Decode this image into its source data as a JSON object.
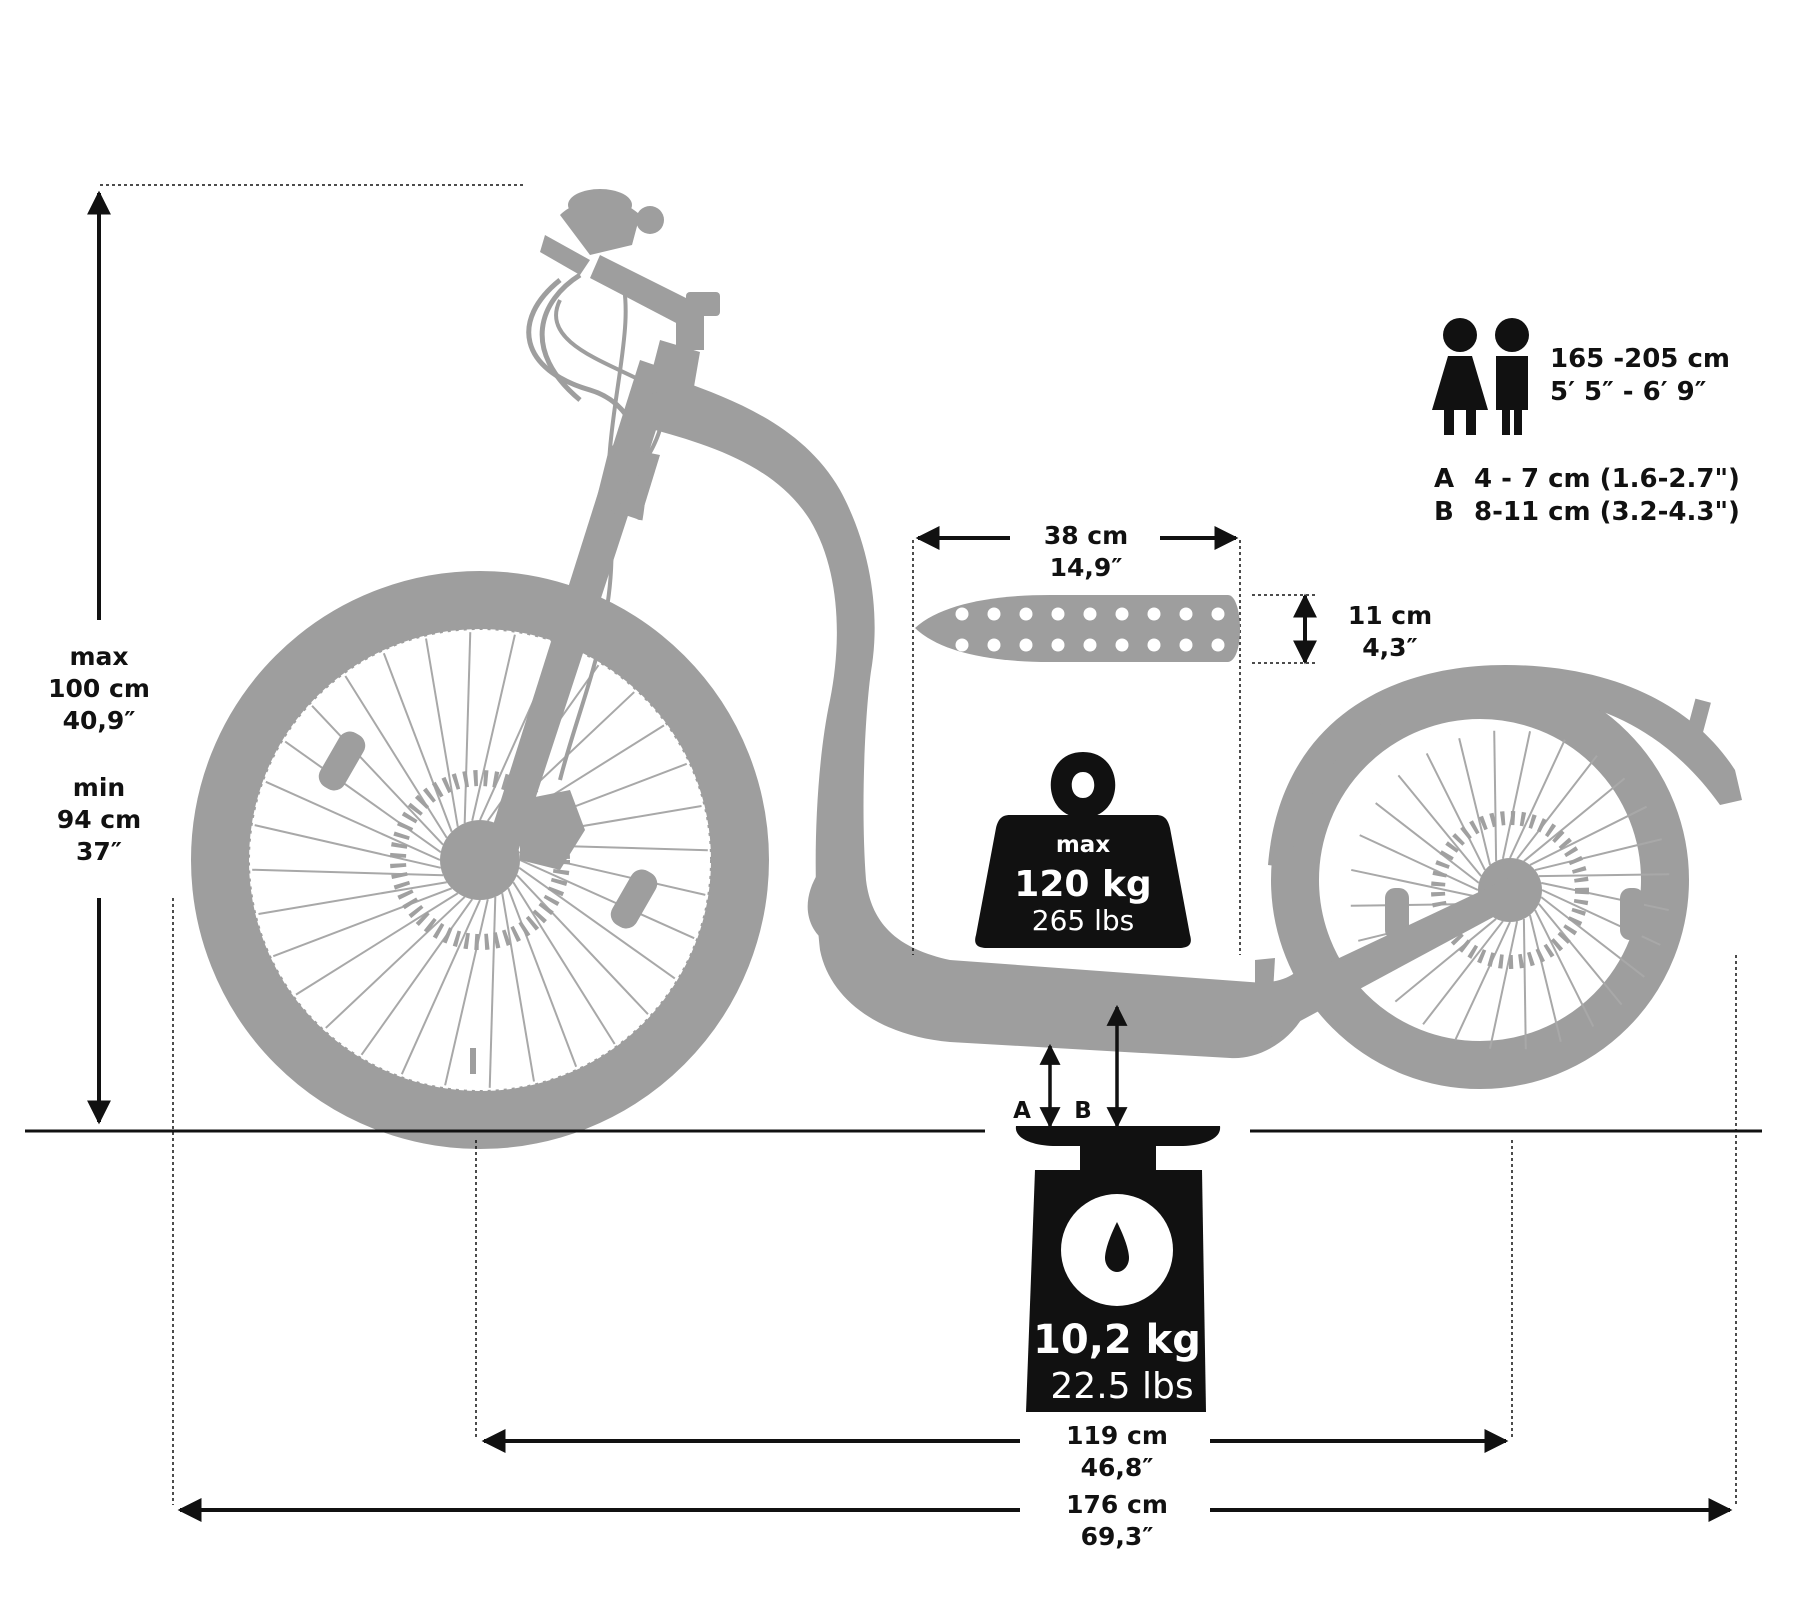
{
  "colors": {
    "scooter": "#9e9e9e",
    "scooter_light": "#c4c4c4",
    "ink": "#111111",
    "background": "#ffffff"
  },
  "height": {
    "max_label": "max",
    "max_cm": "100 cm",
    "max_in": "40,9″",
    "min_label": "min",
    "min_cm": "94 cm",
    "min_in": "37″"
  },
  "rider": {
    "icon": "rider-couple-icon",
    "range_cm": "165 -205 cm",
    "range_ft": "5′ 5″ - 6′ 9″"
  },
  "clearance": {
    "a_letter": "A",
    "a_text": "4 - 7 cm (1.6-2.7\")",
    "b_letter": "B",
    "b_text": "8-11 cm (3.2-4.3\")"
  },
  "deck": {
    "length_cm": "38 cm",
    "length_in": "14,9″",
    "width_cm": "11 cm",
    "width_in": "4,3″"
  },
  "max_load": {
    "icon": "weight-icon",
    "label": "max",
    "kg": "120 kg",
    "lbs": "265 lbs"
  },
  "own_weight": {
    "icon": "scale-icon",
    "kg": "10,2 kg",
    "lbs": "22.5 lbs"
  },
  "ground_markers": {
    "a": "A",
    "b": "B"
  },
  "wheelbase": {
    "cm": "119 cm",
    "in": "46,8″"
  },
  "total_length": {
    "cm": "176 cm",
    "in": "69,3″"
  }
}
